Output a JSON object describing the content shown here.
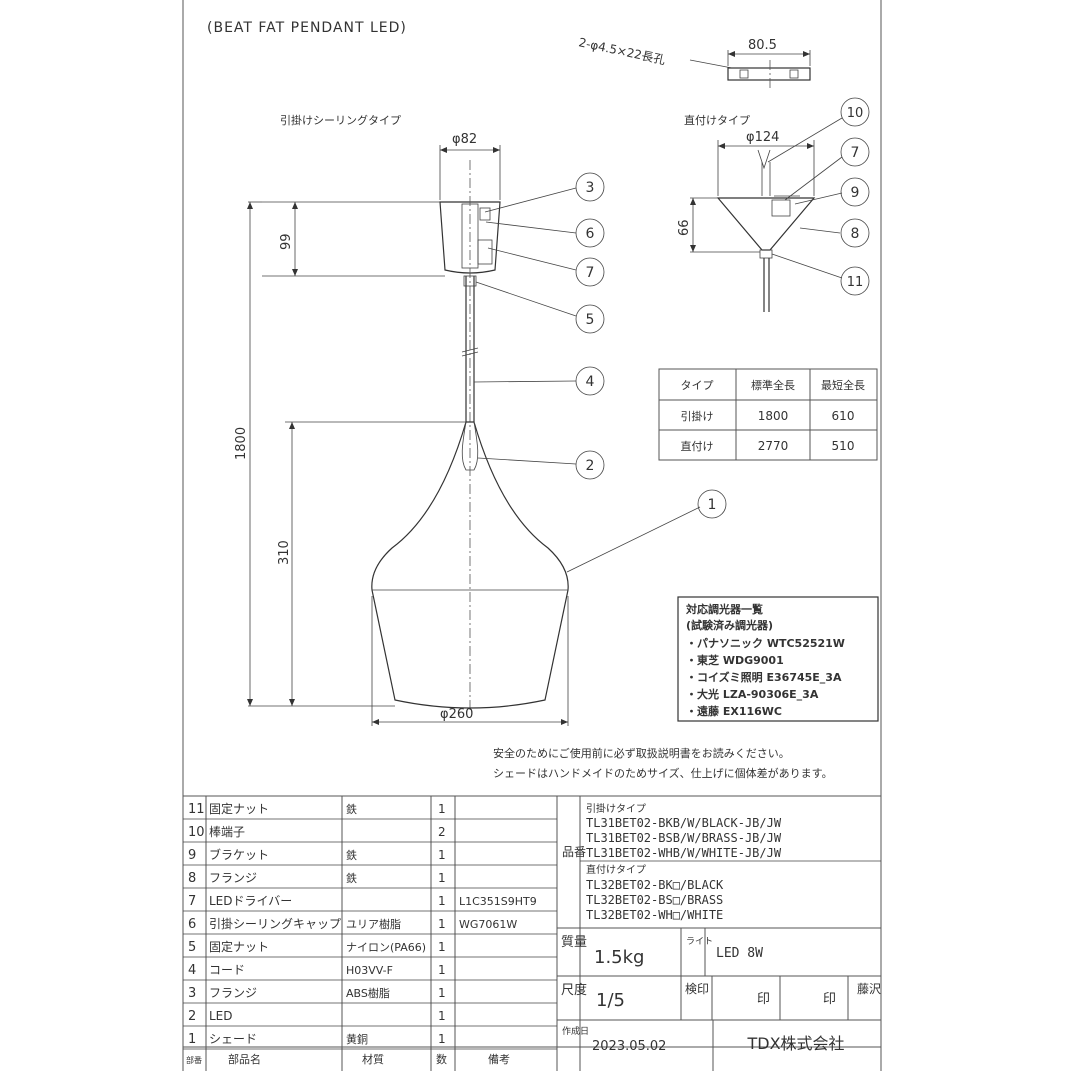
{
  "title": "(BEAT FAT PENDANT LED)",
  "views": {
    "hook_type": "引掛けシーリングタイプ",
    "direct_type": "直付けタイプ"
  },
  "dimensions": {
    "slot": "2-φ4.5×22長孔",
    "mount_width": "80.5",
    "canopy_dia": "φ82",
    "canopy_height": "99",
    "total_length": "1800",
    "shade_height": "310",
    "shade_dia": "φ260",
    "direct_canopy_dia": "φ124",
    "direct_canopy_height": "66"
  },
  "callouts_left": [
    "3",
    "6",
    "7",
    "5",
    "4",
    "2",
    "1"
  ],
  "callouts_right": [
    "10",
    "7",
    "9",
    "8",
    "11"
  ],
  "length_table": {
    "headers": [
      "タイプ",
      "標準全長",
      "最短全長"
    ],
    "rows": [
      [
        "引掛け",
        "1800",
        "610"
      ],
      [
        "直付け",
        "2770",
        "510"
      ]
    ]
  },
  "dimmer_box": {
    "title": "対応調光器一覧",
    "subtitle": "(試験済み調光器)",
    "items": [
      "・パナソニック  WTC52521W",
      "・東芝  WDG9001",
      "・コイズミ照明  E36745E_3A",
      "・大光  LZA-90306E_3A",
      "・遠藤  EX116WC"
    ]
  },
  "notes": [
    "安全のためにご使用前に必ず取扱説明書をお読みください。",
    "シェードはハンドメイドのためサイズ、仕上げに個体差があります。"
  ],
  "parts": [
    {
      "no": "11",
      "name": "固定ナット",
      "material": "鉄",
      "qty": "1",
      "remark": ""
    },
    {
      "no": "10",
      "name": "棒端子",
      "material": "",
      "qty": "2",
      "remark": ""
    },
    {
      "no": "9",
      "name": "ブラケット",
      "material": "鉄",
      "qty": "1",
      "remark": ""
    },
    {
      "no": "8",
      "name": "フランジ",
      "material": "鉄",
      "qty": "1",
      "remark": ""
    },
    {
      "no": "7",
      "name": "LEDドライバー",
      "material": "",
      "qty": "1",
      "remark": "L1C351S9HT9"
    },
    {
      "no": "6",
      "name": "引掛シーリングキャップ",
      "material": "ユリア樹脂",
      "qty": "1",
      "remark": "WG7061W"
    },
    {
      "no": "5",
      "name": "固定ナット",
      "material": "ナイロン(PA66)",
      "qty": "1",
      "remark": ""
    },
    {
      "no": "4",
      "name": "コード",
      "material": "H03VV-F",
      "qty": "1",
      "remark": ""
    },
    {
      "no": "3",
      "name": "フランジ",
      "material": "ABS樹脂",
      "qty": "1",
      "remark": ""
    },
    {
      "no": "2",
      "name": "LED",
      "material": "",
      "qty": "1",
      "remark": ""
    },
    {
      "no": "1",
      "name": "シェード",
      "material": "黄銅",
      "qty": "1",
      "remark": ""
    }
  ],
  "parts_header": {
    "no": "部番",
    "name": "部品名",
    "material": "材質",
    "qty": "数",
    "remark": "備考"
  },
  "product_numbers": {
    "label": "品番",
    "hook_label": "引掛けタイプ",
    "hook": [
      "TL31BET02-BKB/W/BLACK-JB/JW",
      "TL31BET02-BSB/W/BRASS-JB/JW",
      "TL31BET02-WHB/W/WHITE-JB/JW"
    ],
    "direct_label": "直付けタイプ",
    "direct": [
      "TL32BET02-BK□/BLACK",
      "TL32BET02-BS□/BRASS",
      "TL32BET02-WH□/WHITE"
    ]
  },
  "specs": {
    "weight_label": "質量",
    "weight": "1.5kg",
    "light_label": "ライト",
    "light": "LED 8W",
    "scale_label": "尺度",
    "scale": "1/5",
    "inspect_label": "検印",
    "stamp1": "印",
    "stamp2": "印",
    "drafter": "藤沢",
    "created_label": "作成日",
    "date": "2023.05.02",
    "company": "TDX株式会社"
  }
}
